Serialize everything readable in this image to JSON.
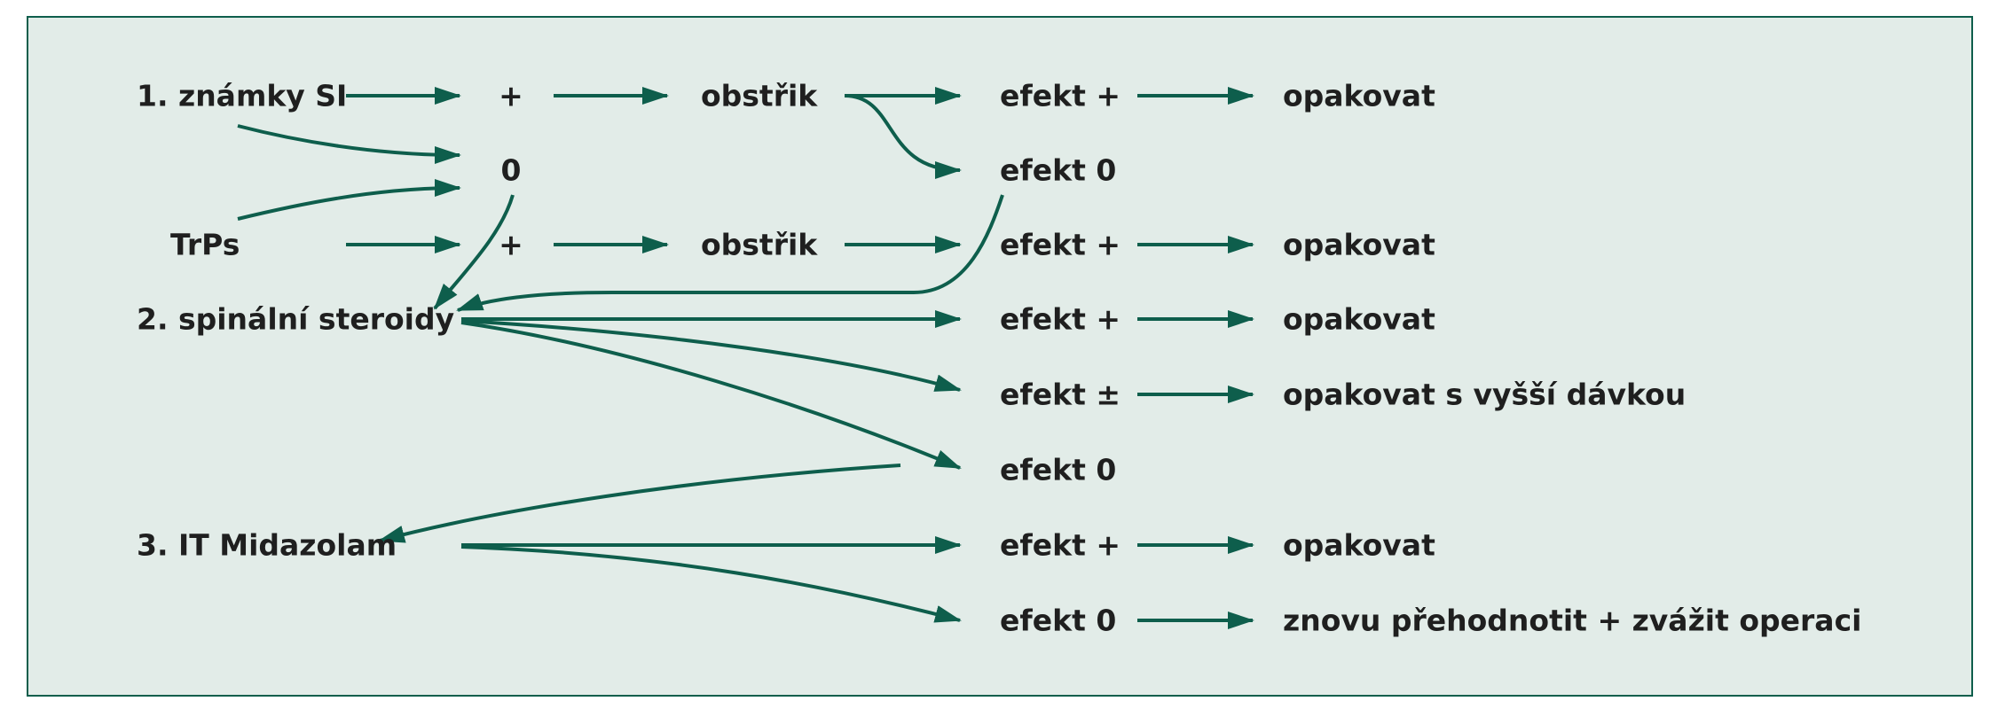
{
  "colors": {
    "background": "#e2ece8",
    "border": "#0e5e4c",
    "arrow": "#0e5e4c",
    "text": "#1f1f1f"
  },
  "nodes": {
    "signs_si": "1. známky SI",
    "trps": "TrPs",
    "spinal_steroids": "2. spinální steroidy",
    "it_midazolam": "3. IT Midazolam",
    "plus_row1": "+",
    "zero_row2": "0",
    "plus_row3": "+",
    "injection_row1": "obstřik",
    "injection_row3": "obstřik",
    "effect_row1": "efekt +",
    "effect_row2": "efekt 0",
    "effect_row3": "efekt +",
    "effect_row4": "efekt +",
    "effect_row5": "efekt ±",
    "effect_row6": "efekt 0",
    "effect_row7": "efekt +",
    "effect_row8": "efekt 0",
    "outcome_row1": "opakovat",
    "outcome_row3": "opakovat",
    "outcome_row4": "opakovat",
    "outcome_row5": "opakovat s vyšší dávkou",
    "outcome_row7": "opakovat",
    "outcome_row8": "znovu přehodnotit + zvážit operaci"
  }
}
